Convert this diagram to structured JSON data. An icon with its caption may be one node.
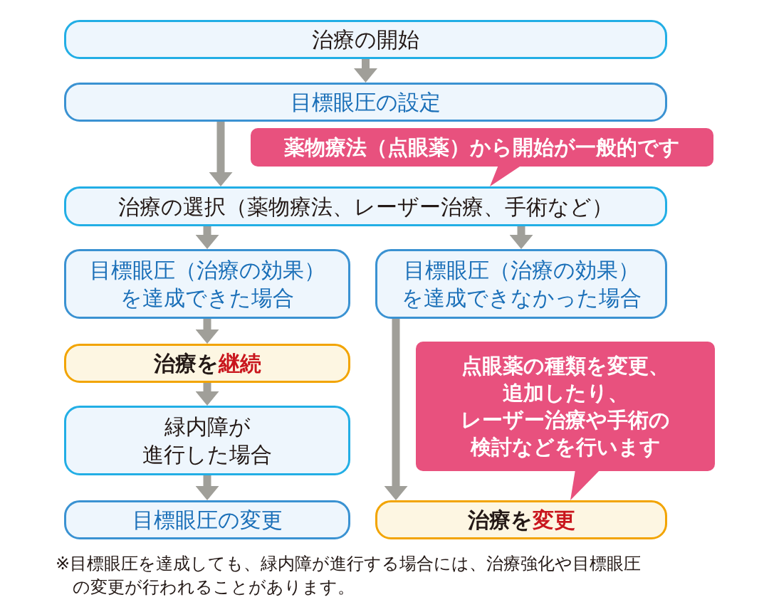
{
  "diagram": {
    "nodes": [
      {
        "text": [
          "治療の開始"
        ]
      },
      {
        "text": [
          "目標眼圧の設定"
        ]
      },
      {
        "text": [
          "薬物療法（点眼薬）から開始が一般的です"
        ]
      },
      {
        "text": [
          "治療の選択（薬物療法、レーザー治療、手術など）"
        ]
      },
      {
        "text": [
          "目標眼圧（治療の効果）を達成できた場合"
        ]
      },
      {
        "text": [
          "目標眼圧（治療の効果）を達成できなかった場合"
        ]
      },
      {
        "text": [
          "治療を**継続**"
        ]
      },
      {
        "text": [
          "点眼薬の種類を変更、追加したり、レーザー治療や手術の検討などを行います"
        ]
      },
      {
        "text": [
          "緑内障が進行した場合"
        ]
      },
      {
        "text": [
          "目標眼圧の変更"
        ]
      },
      {
        "text": [
          "治療を**変更**"
        ]
      }
    ],
    "edges": [
      {
        "from": 0,
        "to": 1,
        "arrow": "to"
      },
      {
        "from": 1,
        "to": 3,
        "arrow": "to"
      },
      {
        "from": 3,
        "to": 4,
        "arrow": "to"
      },
      {
        "from": 3,
        "to": 5,
        "arrow": "to"
      },
      {
        "from": 4,
        "to": 6,
        "arrow": "to"
      },
      {
        "from": 6,
        "to": 8,
        "arrow": "to"
      },
      {
        "from": 8,
        "to": 9,
        "arrow": "to"
      },
      {
        "from": 5,
        "to": 10,
        "arrow": "to"
      }
    ],
    "labels": [
      "※目標眼圧を達成しても、緑内障が進行する場合には、治療強化や目標眼圧の変更が行われることがあります。"
    ]
  }
}
